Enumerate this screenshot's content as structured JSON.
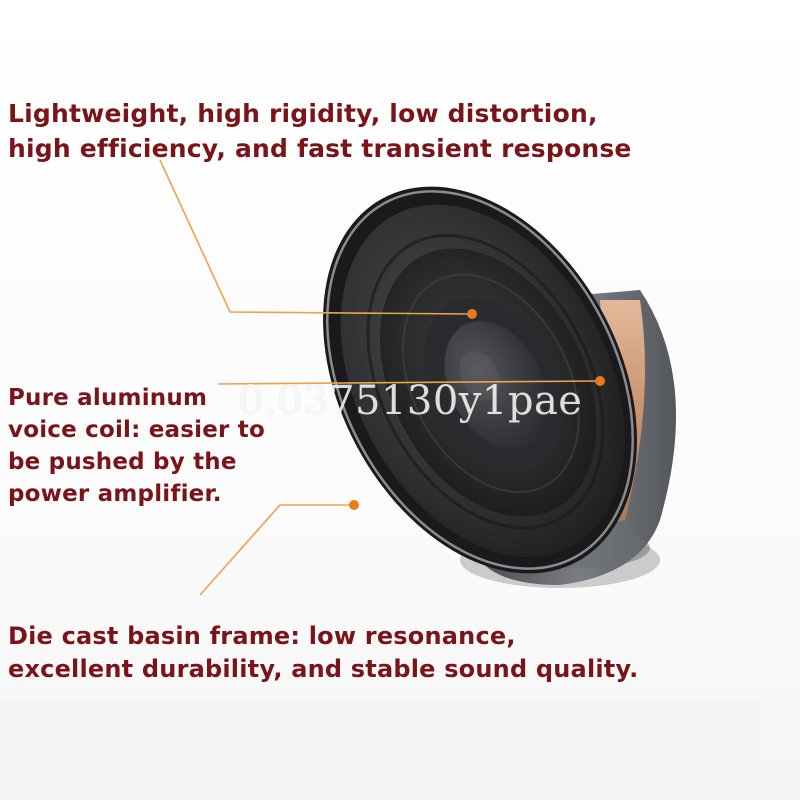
{
  "callouts": {
    "rigidity": {
      "line1": "Lightweight, high rigidity, low distortion,",
      "line2": "high efficiency, and fast transient response"
    },
    "voice_coil": {
      "line1": "Pure aluminum",
      "line2": "voice coil: easier to",
      "line3": "be pushed by the",
      "line4": "power amplifier."
    },
    "frame": {
      "line1": "Die cast basin frame: low resonance,",
      "line2": "excellent durability, and stable sound quality."
    }
  },
  "watermark": "0.0375130y1pae",
  "colors": {
    "text": "#7a1418",
    "leader_line": "#f0a24a",
    "marker": "#e87b1c",
    "cone": "#2b2c2e",
    "copper": "#c99672",
    "frame": "#5c5f63"
  },
  "icons": {
    "product": "speaker-woofer"
  }
}
